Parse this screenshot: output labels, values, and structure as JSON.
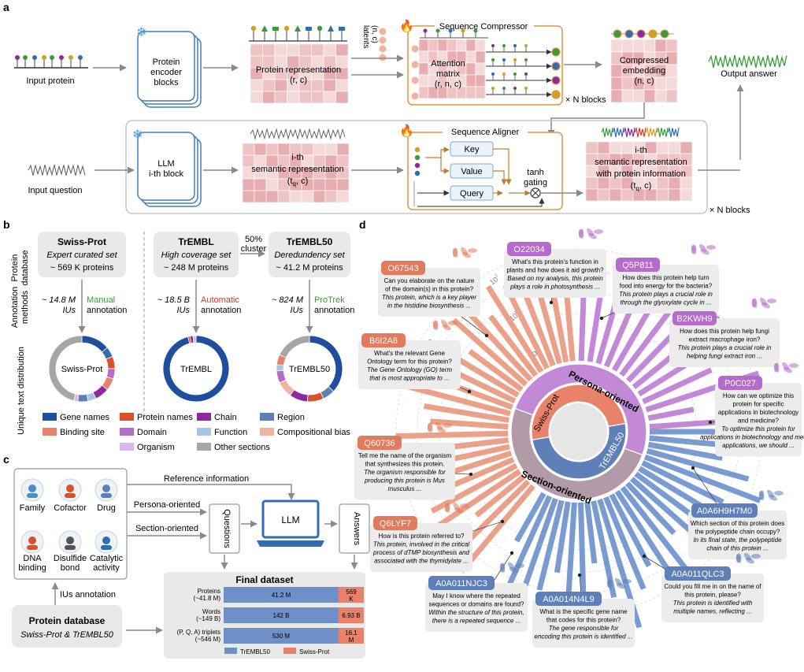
{
  "panel_a": {
    "label": "a",
    "input_protein": "Input protein",
    "encoder": [
      "Protein",
      "encoder",
      "blocks"
    ],
    "prot_rep": [
      "Protein representation",
      "(r, c)"
    ],
    "latents": [
      "latents",
      "(n, c)"
    ],
    "compressor_title": "Sequence Compressor",
    "attention": [
      "Attention",
      "matrix",
      "(r, n, c)"
    ],
    "n_blocks": "× N blocks",
    "compressed": [
      "Compressed",
      "embedding",
      "(n, c)"
    ],
    "output": "Output answer",
    "input_question": "Input question",
    "llm": [
      "LLM",
      "i-th block"
    ],
    "semantic": [
      "i-th",
      "semantic representation",
      "(t",
      "q",
      ", c)"
    ],
    "aligner_title": "Sequence Aligner",
    "key": "Key",
    "value": "Value",
    "query": "Query",
    "tanh": [
      "tanh",
      "gating"
    ],
    "with_info": [
      "i-th",
      "semantic representation",
      "with protein information",
      "(t",
      "q",
      ", c)"
    ],
    "n_blocks2": "× N blocks"
  },
  "panel_b": {
    "label": "b",
    "row_labels": [
      "Protein",
      "database",
      "Annotation",
      "methods",
      "Unique text distribution"
    ],
    "databases": [
      {
        "name": "Swiss-Prot",
        "desc": "Expert curated set",
        "count": "~ 569 K proteins",
        "ius": "~ 14.8 M",
        "ius2": "IUs",
        "method": "Manual",
        "method2": "annotation",
        "method_color": "#3a9b3a",
        "ring_label": "Swiss-Prot"
      },
      {
        "name": "TrEMBL",
        "desc": "High coverage set",
        "count": "~ 248 M proteins",
        "ius": "~ 18.5 B",
        "ius2": "IUs",
        "method": "Automatic",
        "method2": "annotation",
        "method_color": "#d9352b",
        "ring_label": "TrEMBL"
      },
      {
        "name": "TrEMBL50",
        "desc": "Deredundency set",
        "count": "~ 41.2 M proteins",
        "ius": "~ 824 M",
        "ius2": "IUs",
        "method": "ProTrek",
        "method2": "annotation",
        "method_color": "#3a9b3a",
        "ring_label": "TrEMBL50"
      }
    ],
    "cluster": [
      "50%",
      "cluster"
    ],
    "legend": [
      {
        "label": "Gene names",
        "color": "#1f4e9e"
      },
      {
        "label": "Protein names",
        "color": "#d9512b"
      },
      {
        "label": "Chain",
        "color": "#8a2a9e"
      },
      {
        "label": "Region",
        "color": "#5f7fb8"
      },
      {
        "label": "Binding site",
        "color": "#e8826a"
      },
      {
        "label": "Domain",
        "color": "#b46bc9"
      },
      {
        "label": "Function",
        "color": "#a9c3e6"
      },
      {
        "label": "Compositional bias",
        "color": "#f1b39d"
      },
      {
        "label": "Organism",
        "color": "#dcb6e8"
      },
      {
        "label": "Other sections",
        "color": "#a6a6a6"
      }
    ]
  },
  "panel_c": {
    "label": "c",
    "icons": [
      "Family",
      "Cofactor",
      "Drug",
      "DNA",
      "binding",
      "Disulfide",
      "bond",
      "Catalytic",
      "activity"
    ],
    "ref_info": "Reference information",
    "persona": "Persona-oriented",
    "section": "Section-oriented",
    "questions": "Questions",
    "llm": "LLM",
    "answers": "Answers",
    "ius_annotation": "IUs annotation",
    "db_title": "Protein database",
    "db_sub": "Swiss-Prot & TrEMBL50",
    "final_title": "Final dataset",
    "rows": [
      {
        "name": "Proteins",
        "sub": "(~41.8 M)",
        "a": "41.2 M",
        "b": "569",
        "b2": "K"
      },
      {
        "name": "Words",
        "sub": "(~149 B)",
        "a": "142 B",
        "b": "6.93 B",
        "b2": ""
      },
      {
        "name": "(P, Q, A) triplets",
        "sub": "(~546 M)",
        "a": "530 M",
        "b": "16.1",
        "b2": "M"
      }
    ],
    "fractions": [
      0.9864,
      0.9535,
      0.9705
    ],
    "legend": [
      "TrEMBL50",
      "Swiss-Prot"
    ],
    "colors": {
      "trembl": "#6f8fc8",
      "swiss": "#e8826a"
    }
  },
  "panel_d": {
    "label": "d",
    "inner_top": "Persona-oriented",
    "inner_bottom": "Section-oriented",
    "core_top": "Swiss-Prot",
    "core_bottom": "TrEMBL50",
    "ticks": [
      "10",
      "10",
      "10"
    ],
    "tick_exp": [
      "7",
      "6",
      "4"
    ],
    "cards": [
      {
        "id": "O67543",
        "color": "#e27a5e",
        "q": [
          "Can you elaborate on the nature",
          "of the domain(s) in this protein?"
        ],
        "a": [
          "This protein, which is a key player",
          "in the histidine biosynthesis ..."
        ]
      },
      {
        "id": "O22034",
        "color": "#b46bc9",
        "q": [
          "What's this protein's function in",
          "plants and how does it aid growth?"
        ],
        "a": [
          "Based on my analysis, this protein",
          "plays a role in photosynthesis ..."
        ]
      },
      {
        "id": "Q5P811",
        "color": "#b46bc9",
        "q": [
          "How does this protein help turn",
          "food into energy for the bacteria?"
        ],
        "a": [
          "This protein plays a crucial role in",
          "through the glyoxylate cycle in ..."
        ]
      },
      {
        "id": "B2KWH9",
        "color": "#b46bc9",
        "q": [
          "How does this protein help fungi",
          "extract macrophage iron?"
        ],
        "a": [
          "This protein plays a crucial role in",
          "helping fungi extract iron ..."
        ]
      },
      {
        "id": "B6I2A8",
        "color": "#e27a5e",
        "q": [
          "What's the relevant Gene",
          "Ontology term for this protein?"
        ],
        "a": [
          "The Gene Ontology (GO) term",
          "that is most appropriate to ..."
        ]
      },
      {
        "id": "P0C027",
        "color": "#b46bc9",
        "q": [
          "How can we optimize this",
          "protein for specific",
          "applications in biotechnology",
          "and medicine?"
        ],
        "a": [
          "To optimize this protein for",
          "applications in biotechnology and medical",
          "applications, we should ..."
        ]
      },
      {
        "id": "Q60736",
        "color": "#e27a5e",
        "q": [
          "Tell me the name of the organism",
          "that synthesizes this protein."
        ],
        "a": [
          "The organism responsible for",
          "producing this protein is Mus",
          "musculus ..."
        ]
      },
      {
        "id": "A0A6H9H7M0",
        "color": "#5f7fb8",
        "q": [
          "Which section of this protein does",
          "the polypeptide chain occupy?"
        ],
        "a": [
          "In its final state, the polypeptide",
          "chain of this protein ..."
        ]
      },
      {
        "id": "Q6LYF7",
        "color": "#e27a5e",
        "q": [
          "How is this protein referred to?"
        ],
        "a": [
          "This protein, involved in the critical",
          "process of dTMP biosynthesis and",
          "associated with the thymidylate ..."
        ]
      },
      {
        "id": "A0A011QLC3",
        "color": "#5f7fb8",
        "q": [
          "Could you fill me in on the name of",
          "this protein, please?"
        ],
        "a": [
          "This protein is identified with",
          "multiple names, reflecting ..."
        ]
      },
      {
        "id": "A0A011NJC3",
        "color": "#5f7fb8",
        "q": [
          "May I know where the repeated",
          "sequences or domains are found?"
        ],
        "a": [
          "Within the structure of this protein,",
          "there is a repeated sequence ..."
        ]
      },
      {
        "id": "A0A014N4L9",
        "color": "#5f7fb8",
        "q": [
          "What is the specific gene name",
          "that codes for this protein?"
        ],
        "a": [
          "The gene responsible for",
          "encoding this protein is identified ..."
        ]
      }
    ]
  }
}
